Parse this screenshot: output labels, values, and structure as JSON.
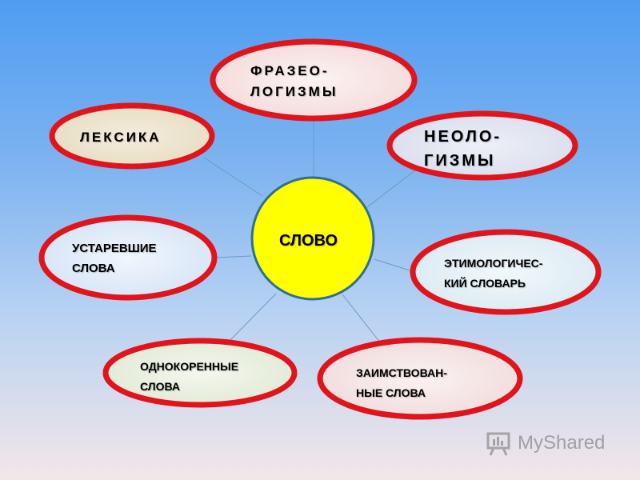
{
  "diagram": {
    "center": {
      "label": "СЛОВО"
    },
    "nodes": {
      "frazeo": "ФРАЗЕО-\nЛОГИЗМЫ",
      "leksika": "ЛЕКСИКА",
      "neolo": "НЕОЛО-\nГИЗМЫ",
      "ustar": "УСТАРЕВШИЕ\nСЛОВА",
      "etim": "ЭТИМОЛОГИЧЕС-\nКИЙ СЛОВАРЬ",
      "odnokor": "ОДНОКОРЕННЫЕ\nСЛОВА",
      "zaim": "ЗАИМСТВОВАН-\nНЫЕ СЛОВА"
    }
  },
  "colors": {
    "outline": "#e0141a",
    "center_fill": "#ffff00",
    "center_stroke": "#2f6f8f",
    "connector": "#6b9ac4",
    "sky_top": "#4f9df2",
    "bottom": "#f3e6e9"
  },
  "watermark": {
    "text": "MyShared",
    "icon": "presentation-board-icon"
  }
}
